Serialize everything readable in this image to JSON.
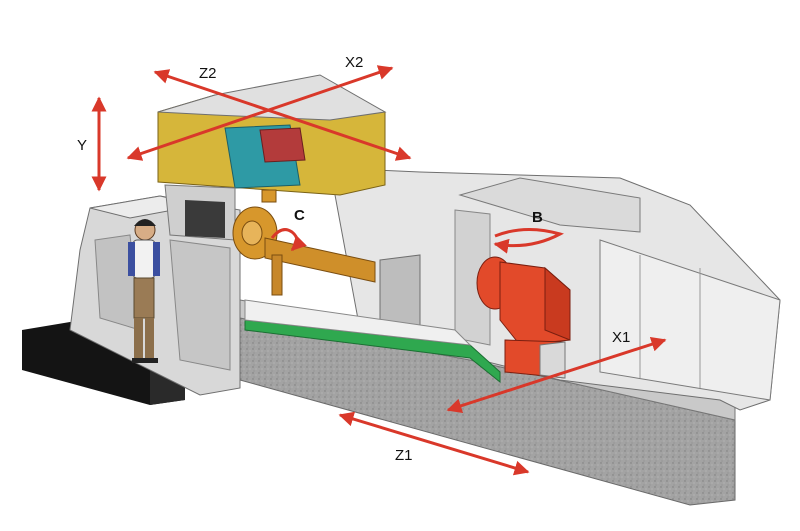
{
  "axes": {
    "z2": "Z2",
    "x2": "X2",
    "y": "Y",
    "c": "C",
    "b": "B",
    "x1": "X1",
    "z1": "Z1"
  },
  "colors": {
    "arrow": "#d9382a",
    "machine_grey": "#d4d4d4",
    "machine_dark": "#8a8a8a",
    "column_yellow": "#d6b63a",
    "spindle_orange": "#d7972c",
    "head_red": "#e24a2a",
    "rail_green": "#2fa84f",
    "base_black": "#111111",
    "concrete": "#9a9a9a"
  }
}
